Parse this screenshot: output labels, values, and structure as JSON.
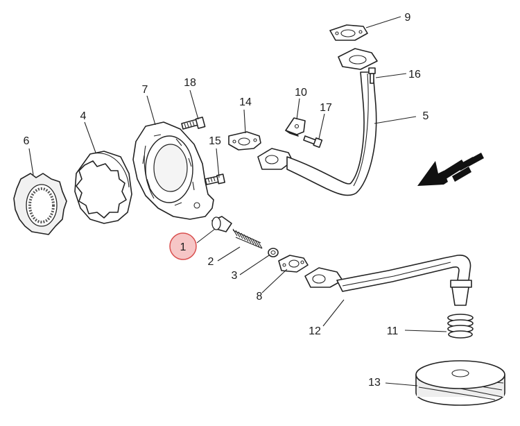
{
  "parts": [
    {
      "key": "p1",
      "label": "1",
      "highlighted": true
    },
    {
      "key": "p2",
      "label": "2"
    },
    {
      "key": "p3",
      "label": "3"
    },
    {
      "key": "p4",
      "label": "4"
    },
    {
      "key": "p5",
      "label": "5"
    },
    {
      "key": "p6",
      "label": "6"
    },
    {
      "key": "p7",
      "label": "7"
    },
    {
      "key": "p8",
      "label": "8"
    },
    {
      "key": "p9",
      "label": "9"
    },
    {
      "key": "p10",
      "label": "10"
    },
    {
      "key": "p11",
      "label": "11"
    },
    {
      "key": "p12",
      "label": "12"
    },
    {
      "key": "p13",
      "label": "13"
    },
    {
      "key": "p14",
      "label": "14"
    },
    {
      "key": "p15",
      "label": "15"
    },
    {
      "key": "p16",
      "label": "16"
    },
    {
      "key": "p17",
      "label": "17"
    },
    {
      "key": "p18",
      "label": "18"
    }
  ],
  "colors": {
    "highlight_fill": "#f6c6c6",
    "highlight_stroke": "#d9504f",
    "line": "#222222"
  },
  "icons": {
    "direction": "direction-arrow-icon"
  }
}
